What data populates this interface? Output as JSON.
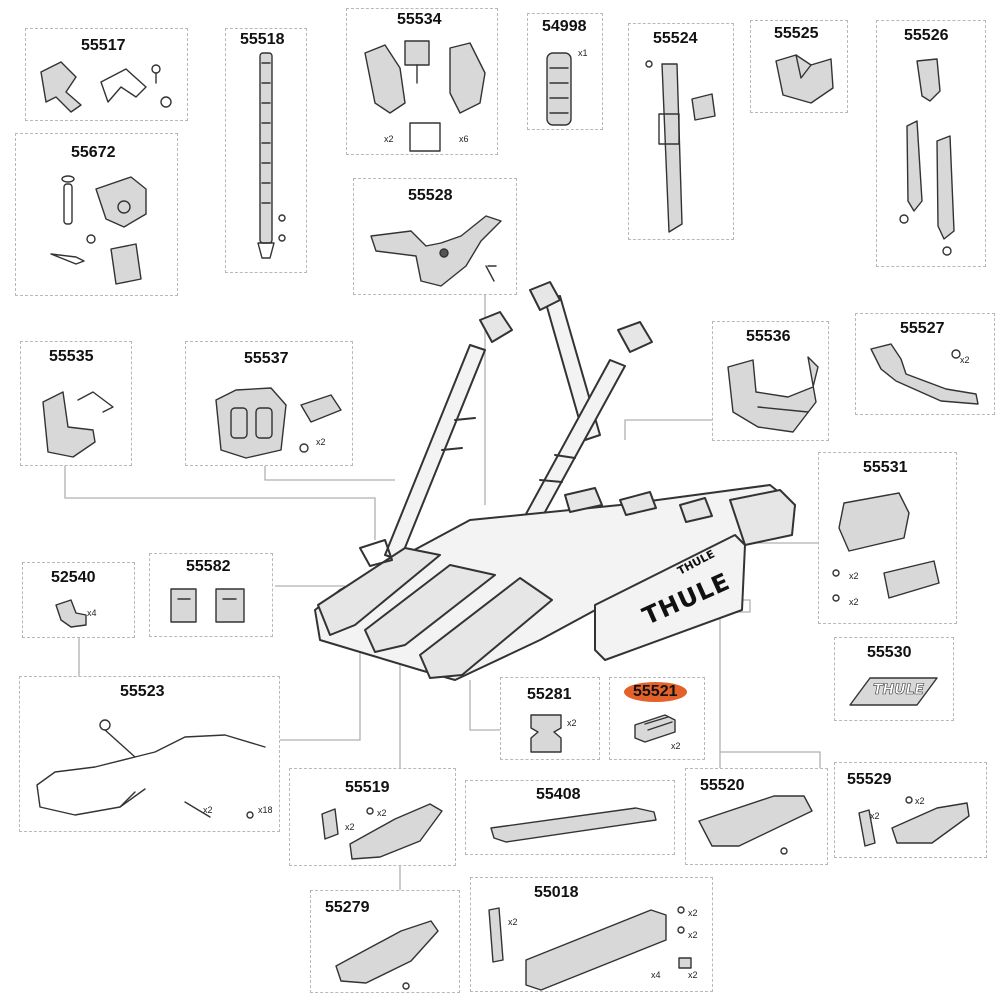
{
  "parts": {
    "p55517": {
      "number": "55517"
    },
    "p55672": {
      "number": "55672"
    },
    "p55518": {
      "number": "55518"
    },
    "p55534": {
      "number": "55534",
      "qty_a": "x2",
      "qty_b": "x6"
    },
    "p54998": {
      "number": "54998",
      "qty_a": "x1"
    },
    "p55524": {
      "number": "55524"
    },
    "p55525": {
      "number": "55525"
    },
    "p55526": {
      "number": "55526"
    },
    "p55528": {
      "number": "55528"
    },
    "p55535": {
      "number": "55535"
    },
    "p55537": {
      "number": "55537",
      "qty_a": "x2"
    },
    "p55536": {
      "number": "55536"
    },
    "p55527": {
      "number": "55527",
      "qty_a": "x2"
    },
    "p55531": {
      "number": "55531",
      "qty_a": "x2",
      "qty_b": "x2"
    },
    "p52540": {
      "number": "52540",
      "qty_a": "x4"
    },
    "p55582": {
      "number": "55582"
    },
    "p55530": {
      "number": "55530"
    },
    "p55523": {
      "number": "55523",
      "qty_a": "x2",
      "qty_b": "x18"
    },
    "p55281": {
      "number": "55281",
      "qty_a": "x2"
    },
    "p55521": {
      "number": "55521",
      "qty_a": "x2"
    },
    "p55519": {
      "number": "55519",
      "qty_a": "x2",
      "qty_b": "x2"
    },
    "p55408": {
      "number": "55408"
    },
    "p55520": {
      "number": "55520"
    },
    "p55529": {
      "number": "55529",
      "qty_a": "x2",
      "qty_b": "x2"
    },
    "p55279": {
      "number": "55279"
    },
    "p55018": {
      "number": "55018",
      "qty_a": "x2",
      "qty_b": "x2",
      "qty_c": "x2",
      "qty_d": "x2",
      "qty_e": "x4"
    }
  },
  "logos": {
    "main": "THULE",
    "small": "THULE",
    "badge": "THULE"
  },
  "highlight_color": "#e2622a"
}
